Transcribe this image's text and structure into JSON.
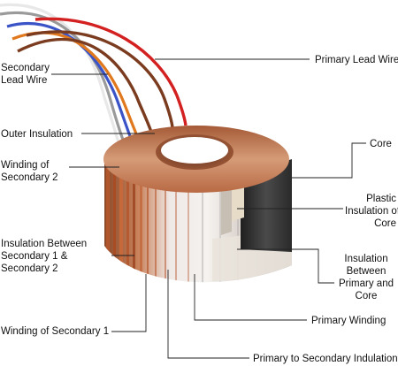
{
  "labels": {
    "primary_lead_wire": "Primary Lead Wire",
    "secondary_lead_wire_1": "Secondary",
    "secondary_lead_wire_2": "Lead Wire",
    "outer_insulation": "Outer Insulation",
    "core": "Core",
    "winding_secondary2_1": "Winding of",
    "winding_secondary2_2": "Secondary 2",
    "plastic_insulation_1": "Plastic",
    "plastic_insulation_2": "Insulation of",
    "plastic_insulation_3": "Core",
    "insulation_between_sec_1": "Insulation Between",
    "insulation_between_sec_2": "Secondary 1 &",
    "insulation_between_sec_3": "Secondary 2",
    "insulation_between_prim_core_1": "Insulation",
    "insulation_between_prim_core_2": "Between",
    "insulation_between_prim_core_3": "Primary and",
    "insulation_between_prim_core_4": "Core",
    "primary_winding": "Primary Winding",
    "winding_secondary1": "Winding of Secondary 1",
    "primary_to_secondary": "Primary to Secondary Indulation"
  },
  "colors": {
    "wire_red": "#d32020",
    "wire_brown": "#7a3b1f",
    "wire_orange": "#e0781e",
    "wire_blue": "#3a54c8",
    "wire_gray": "#9a9a9a",
    "wire_white": "#e8e8e8",
    "copper": "#b5562c",
    "insulation": "#e6e2e0",
    "core": "#3a3a3a",
    "leader": "#222222"
  }
}
